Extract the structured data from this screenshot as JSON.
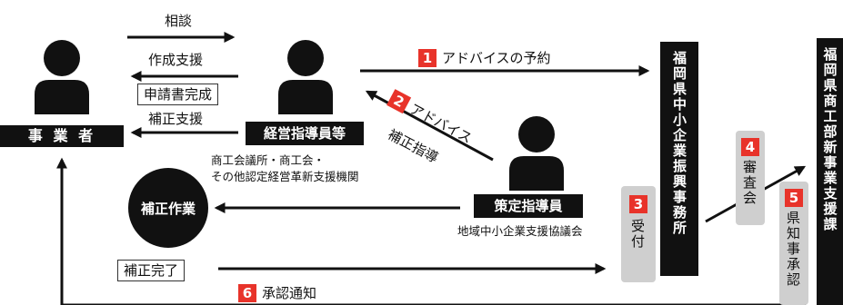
{
  "actors": {
    "business_owner": "事 業 者",
    "management_advisor": "経営指導員等",
    "management_advisor_sub_1": "商工会議所・商工会・",
    "management_advisor_sub_2": "その他認定経営革新支援機関",
    "strategy_advisor": "策定指導員",
    "strategy_advisor_sub": "地域中小企業支援協議会",
    "correction_work": "補正作業",
    "fukuoka_sme_agency": "福岡県中小企業振興事務所",
    "fukuoka_commerce_dept": "福岡県商工部新事業支援課"
  },
  "arrows": {
    "consult": "相談",
    "creation_support": "作成支援",
    "application_complete": "申請書完成",
    "correction_support": "補正支援",
    "correction_done": "補正完了",
    "correction_guidance": "補正指導"
  },
  "steps": [
    {
      "num": "1",
      "label": "アドバイスの予約"
    },
    {
      "num": "2",
      "label": "アドバイス"
    },
    {
      "num": "3",
      "label": "受付"
    },
    {
      "num": "4",
      "label": "審査会"
    },
    {
      "num": "5",
      "label": "県知事承認"
    },
    {
      "num": "6",
      "label": "承認通知"
    }
  ],
  "colors": {
    "badge_red": "#e8332a",
    "black": "#111111",
    "grey_box": "#cfcfcf"
  }
}
